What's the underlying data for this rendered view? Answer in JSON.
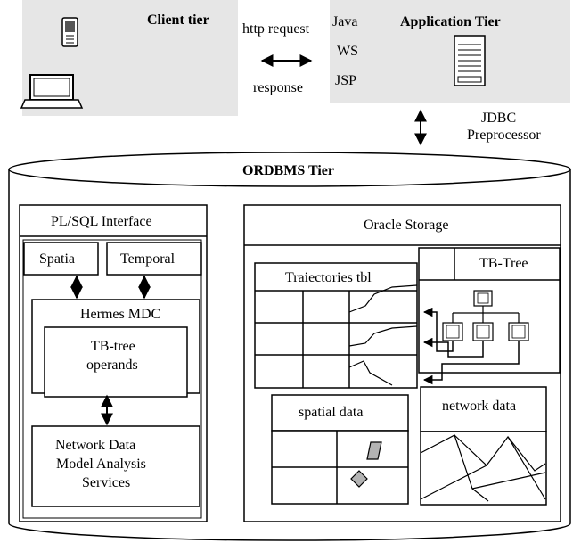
{
  "client_tier": {
    "title": "Client tier"
  },
  "connection": {
    "request_label": "http request",
    "response_label": "response"
  },
  "application_tier": {
    "title": "Application Tier",
    "technologies": [
      "Java",
      "WS",
      "JSP"
    ]
  },
  "jdbc": {
    "line1": "JDBC",
    "line2": "Preprocessor"
  },
  "ordbms": {
    "title": "ORDBMS Tier",
    "plsql": {
      "title": "PL/SQL Interface",
      "spatial": "Spatia",
      "temporal": "Temporal",
      "hermes": "Hermes MDC",
      "tb_operands_line1": "TB-tree",
      "tb_operands_line2": "operands",
      "network_line1": "Network Data",
      "network_line2": "Model Analysis",
      "network_line3": "Services"
    },
    "storage": {
      "title": "Oracle Storage",
      "trajectories": "Traiectories tbl",
      "tb_tree": "TB-Tree",
      "spatial_data": "spatial data",
      "network_data": "network data"
    }
  },
  "colors": {
    "tier_fill": "#e6e6e6",
    "line": "#000000",
    "shape_fill": "#b3b3b3"
  }
}
